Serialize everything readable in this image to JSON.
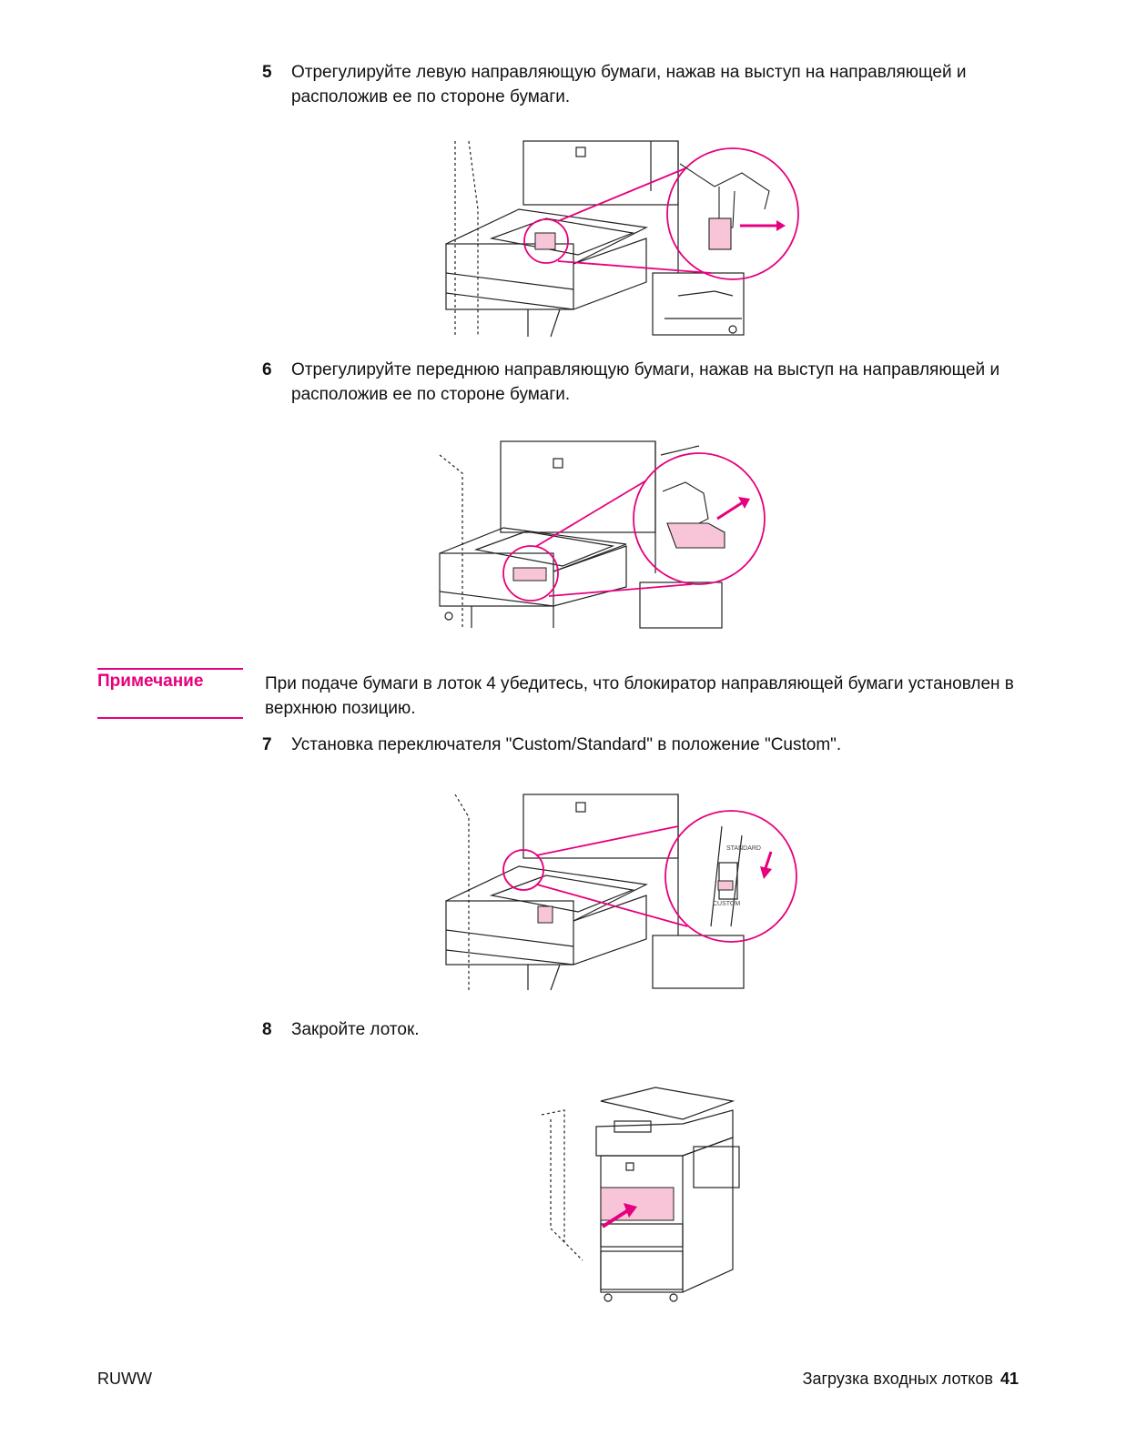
{
  "colors": {
    "accent": "#e6007e",
    "highlight": "#f7c4d8"
  },
  "steps": [
    {
      "num": "5",
      "text": "Отрегулируйте левую направляющую бумаги, нажав на выступ на направляющей и расположив ее по стороне бумаги."
    },
    {
      "num": "6",
      "text": "Отрегулируйте переднюю направляющую бумаги, нажав на выступ на направляющей и расположив ее по стороне бумаги."
    },
    {
      "num": "7",
      "text": "Установка переключателя \"Custom/Standard\" в положение \"Custom\"."
    },
    {
      "num": "8",
      "text": "Закройте лоток."
    }
  ],
  "note": {
    "label": "Примечание",
    "text": "При подаче бумаги в лоток 4 убедитесь, что блокиратор направляющей бумаги установлен в верхнюю позицию."
  },
  "figures": {
    "switch_standard": "STANDARD",
    "switch_custom": "CUSTOM"
  },
  "footer": {
    "left": "RUWW",
    "section": "Загрузка входных лотков",
    "page": "41"
  }
}
